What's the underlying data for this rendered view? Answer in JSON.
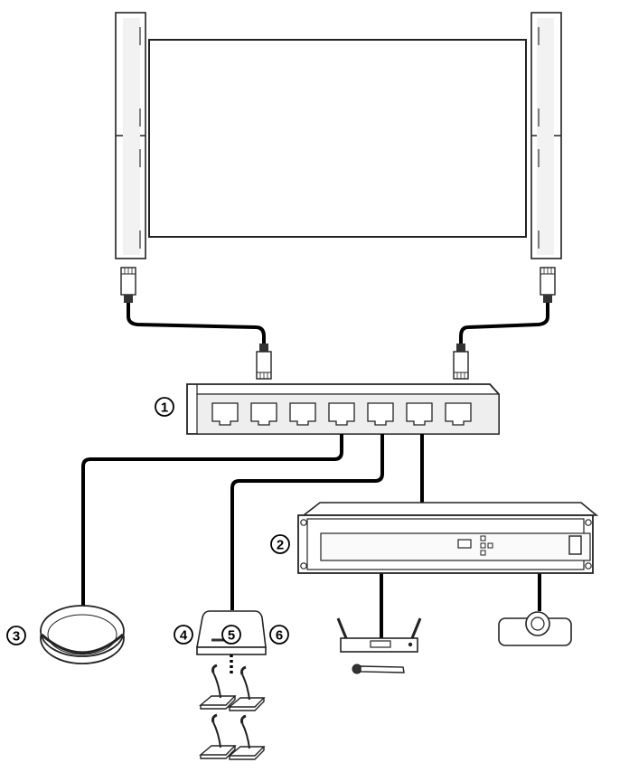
{
  "callouts": {
    "switch": "1",
    "rack_unit": "2",
    "ceiling_mic": "3",
    "hub_left": "4",
    "hub_center": "5",
    "hub_right": "6"
  },
  "colors": {
    "line": "#000000",
    "outline": "#222222",
    "fill": "#ffffff",
    "shade": "#e6e6e6"
  },
  "icons": [
    "display-icon",
    "speaker-column-icon",
    "rj45-plug-icon",
    "network-switch-icon",
    "rack-processor-icon",
    "ceiling-microphone-icon",
    "conference-hub-icon",
    "gooseneck-microphone-icon",
    "wireless-receiver-icon",
    "handheld-microphone-icon",
    "ptz-camera-icon"
  ]
}
